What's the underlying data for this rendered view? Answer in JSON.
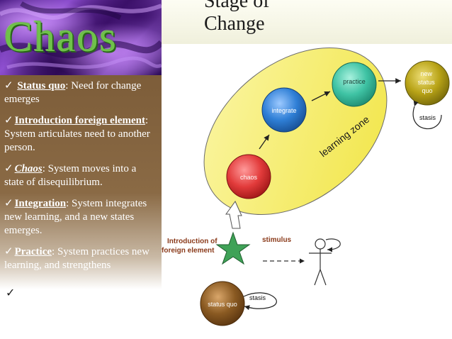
{
  "slide": {
    "title_line1": "Stage of",
    "title_line2": "Change",
    "banner_word": "Chaos"
  },
  "bullets": [
    {
      "term": "Status quo",
      "italic": false,
      "text": ": Need for change emerges"
    },
    {
      "term": "Introduction foreign element",
      "italic": false,
      "text": ": System articulates need to another person."
    },
    {
      "term": "Chaos",
      "italic": true,
      "text": ": System moves into a state of disequilibrium."
    },
    {
      "term": "Integration",
      "italic": false,
      "text": ": System integrates new learning, and a new states emerges."
    },
    {
      "term": "Practice",
      "italic": false,
      "text": ": System practices new learning, and strengthens"
    }
  ],
  "diagram": {
    "zone_label": "learning zone",
    "nodes": {
      "chaos": "chaos",
      "integrate": "integrate",
      "practice": "practice",
      "new_status_quo": [
        "new",
        "status",
        "quo"
      ],
      "status_quo": "status quo"
    },
    "stasis_top": "stasis",
    "stasis_bottom": "stasis",
    "intro_label": [
      "Introduction of",
      "foreign element"
    ],
    "stimulus": "stimulus"
  },
  "colors": {
    "zone_fill": "#f7ef74",
    "chaos": "#e23b3b",
    "integrate": "#2f7fd6",
    "practice": "#3fc3a4",
    "new_status_quo": "#b8a317",
    "status_quo": "#8a5a22",
    "star": "#3fa257",
    "label_brown": "#8a3a1a"
  }
}
